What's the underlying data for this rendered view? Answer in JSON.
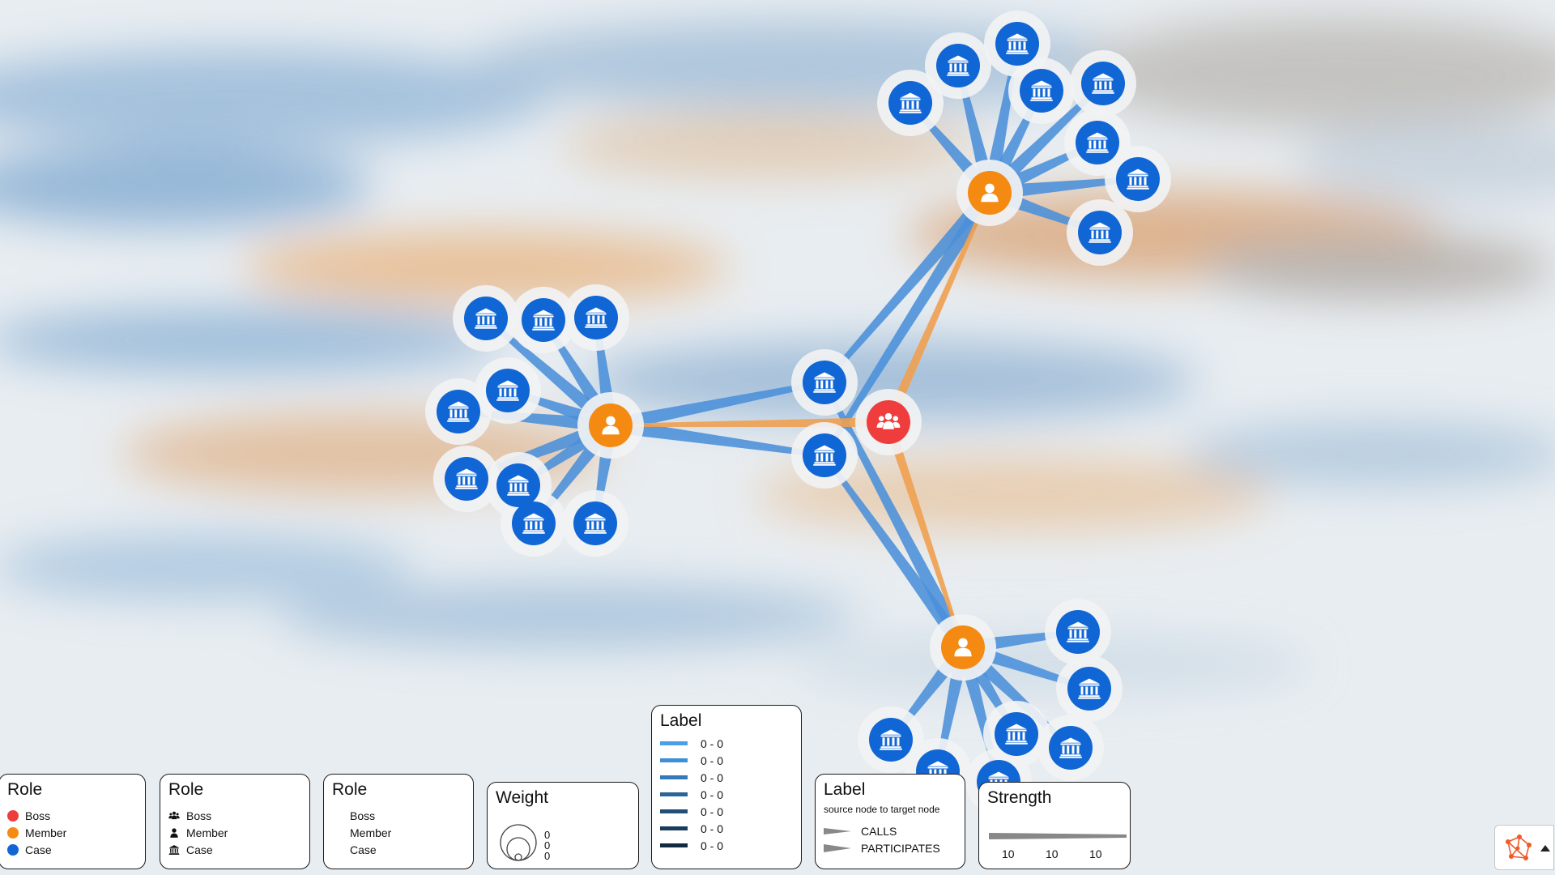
{
  "colors": {
    "boss": "#ef3d3d",
    "member": "#f58a12",
    "case": "#1066d4",
    "edge_calls": "#4a90d9",
    "edge_participates": "#f0a050"
  },
  "graph": {
    "boss_icon": "group-icon",
    "member_icon": "person-icon",
    "case_icon": "bank-icon"
  },
  "legend_role_color": {
    "title": "Role",
    "items": [
      {
        "label": "Boss",
        "color": "#ef3d3d"
      },
      {
        "label": "Member",
        "color": "#f58a12"
      },
      {
        "label": "Case",
        "color": "#1066d4"
      }
    ]
  },
  "legend_role_icon": {
    "title": "Role",
    "items": [
      {
        "label": "Boss",
        "icon": "group-icon"
      },
      {
        "label": "Member",
        "icon": "person-icon"
      },
      {
        "label": "Case",
        "icon": "bank-icon"
      }
    ]
  },
  "legend_role_text": {
    "title": "Role",
    "items": [
      {
        "label": "Boss"
      },
      {
        "label": "Member"
      },
      {
        "label": "Case"
      }
    ]
  },
  "legend_weight": {
    "title": "Weight",
    "values": [
      "0",
      "0",
      "0"
    ]
  },
  "legend_label_color": {
    "title": "Label",
    "items": [
      {
        "label": "0 - 0",
        "color": "#4aa0e6"
      },
      {
        "label": "0 - 0",
        "color": "#3d8fd6"
      },
      {
        "label": "0 - 0",
        "color": "#3479b8"
      },
      {
        "label": "0 - 0",
        "color": "#2a6498"
      },
      {
        "label": "0 - 0",
        "color": "#214f78"
      },
      {
        "label": "0 - 0",
        "color": "#193c5c"
      },
      {
        "label": "0 - 0",
        "color": "#112a42"
      }
    ]
  },
  "legend_label_direction": {
    "title": "Label",
    "subtitle": "source node to target node",
    "items": [
      {
        "label": "CALLS"
      },
      {
        "label": "PARTICIPATES"
      }
    ]
  },
  "legend_strength": {
    "title": "Strength",
    "values": [
      "10",
      "10",
      "10"
    ]
  },
  "corner_widget": {
    "icon": "graph-network-icon",
    "menu_icon": "caret-up-icon"
  }
}
